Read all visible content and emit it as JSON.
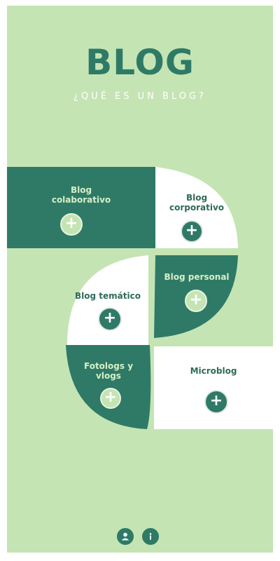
{
  "header": {
    "title": "BLOG",
    "subtitle": "¿QUÉ ES UN BLOG?"
  },
  "cards": [
    {
      "label": "Blog\ncolaborativo",
      "button_icon": "plus-icon"
    },
    {
      "label": "Blog\ncorporativo",
      "button_icon": "plus-icon"
    },
    {
      "label": "Blog personal",
      "button_icon": "plus-icon"
    },
    {
      "label": "Blog temático",
      "button_icon": "plus-icon"
    },
    {
      "label": "Fotologs y\nvlogs",
      "button_icon": "plus-icon"
    },
    {
      "label": "Microblog",
      "button_icon": "plus-icon"
    }
  ],
  "footer": {
    "user_icon": "user-icon",
    "info_icon": "info-icon"
  },
  "colors": {
    "background": "#c5e4b4",
    "primary": "#2e7a66",
    "white": "#ffffff"
  }
}
